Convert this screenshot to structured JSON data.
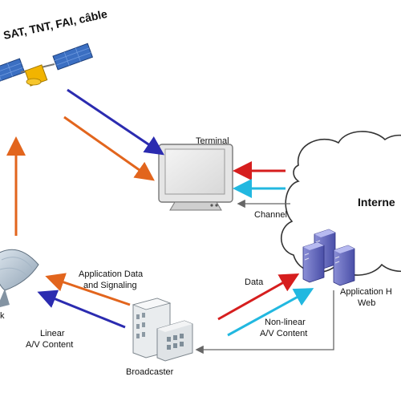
{
  "diagram": {
    "title": "SAT, TNT, FAI, câble",
    "nodes": {
      "terminal": "Terminal",
      "internet": "Interne",
      "app_host_line1": "Application H",
      "app_host_line2": "Web",
      "broadcaster": "Broadcaster",
      "satellite_dish_partial": "k"
    },
    "edges": {
      "channel": "Channel",
      "data": "Data",
      "app_data_line1": "Application Data",
      "app_data_line2": "and Signaling",
      "linear_line1": "Linear",
      "linear_line2": "A/V Content",
      "nonlinear_line1": "Non-linear",
      "nonlinear_line2": "A/V Content"
    },
    "colors": {
      "blue": "#2b2bb0",
      "orange": "#e2651d",
      "red": "#d61e1e",
      "cyan": "#22b8e0",
      "gray_line": "#666666"
    }
  }
}
